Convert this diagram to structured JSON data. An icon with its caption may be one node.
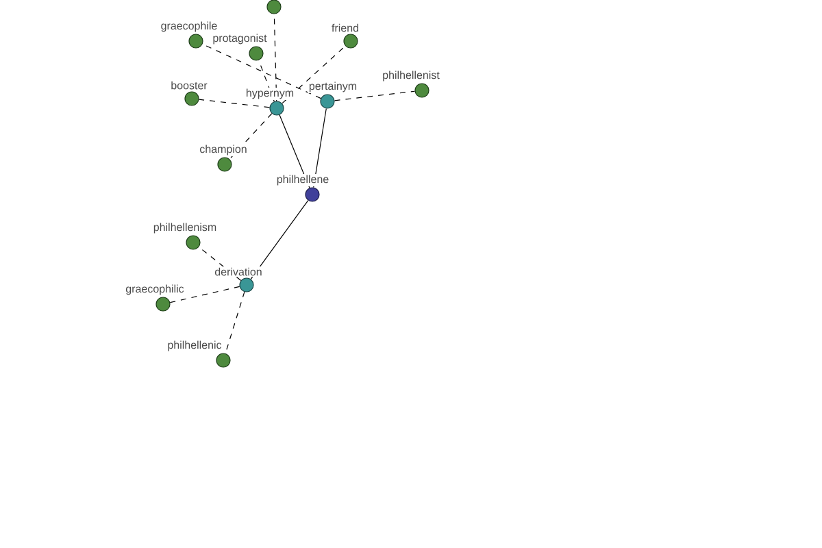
{
  "diagram": {
    "nodes": [
      {
        "text": [],
        "shape": "circle"
      },
      {
        "text": [
          "graecophile"
        ]
      },
      {
        "text": [
          "friend"
        ]
      },
      {
        "text": [
          "protagonist"
        ]
      },
      {
        "text": [
          "philhellenist"
        ]
      },
      {
        "text": [
          "booster"
        ]
      },
      {
        "text": [
          "hypernym"
        ]
      },
      {
        "text": [
          "pertainym"
        ]
      },
      {
        "text": [
          "champion"
        ]
      },
      {
        "text": [
          "philhellene"
        ]
      },
      {
        "text": [
          "philhellenism"
        ]
      },
      {
        "text": [
          "derivation"
        ]
      },
      {
        "text": [
          "graecophilic"
        ]
      },
      {
        "text": [
          "philhellenic"
        ]
      }
    ],
    "edges": [
      {
        "from": 9,
        "to": 6,
        "arrow": "none"
      },
      {
        "from": 9,
        "to": 7,
        "arrow": "none"
      },
      {
        "from": 9,
        "to": 11,
        "arrow": "none"
      },
      {
        "from": 6,
        "to": 0,
        "arrow": "none",
        "style": "dashed"
      },
      {
        "from": 6,
        "to": 2,
        "arrow": "none",
        "style": "dashed"
      },
      {
        "from": 6,
        "to": 3,
        "arrow": "none",
        "style": "dashed"
      },
      {
        "from": 6,
        "to": 5,
        "arrow": "none",
        "style": "dashed"
      },
      {
        "from": 6,
        "to": 8,
        "arrow": "none",
        "style": "dashed"
      },
      {
        "from": 7,
        "to": 1,
        "arrow": "none",
        "style": "dashed"
      },
      {
        "from": 7,
        "to": 4,
        "arrow": "none",
        "style": "dashed"
      },
      {
        "from": 11,
        "to": 10,
        "arrow": "none",
        "style": "dashed"
      },
      {
        "from": 11,
        "to": 12,
        "arrow": "none",
        "style": "dashed"
      },
      {
        "from": 11,
        "to": 13,
        "arrow": "none",
        "style": "dashed"
      }
    ]
  }
}
